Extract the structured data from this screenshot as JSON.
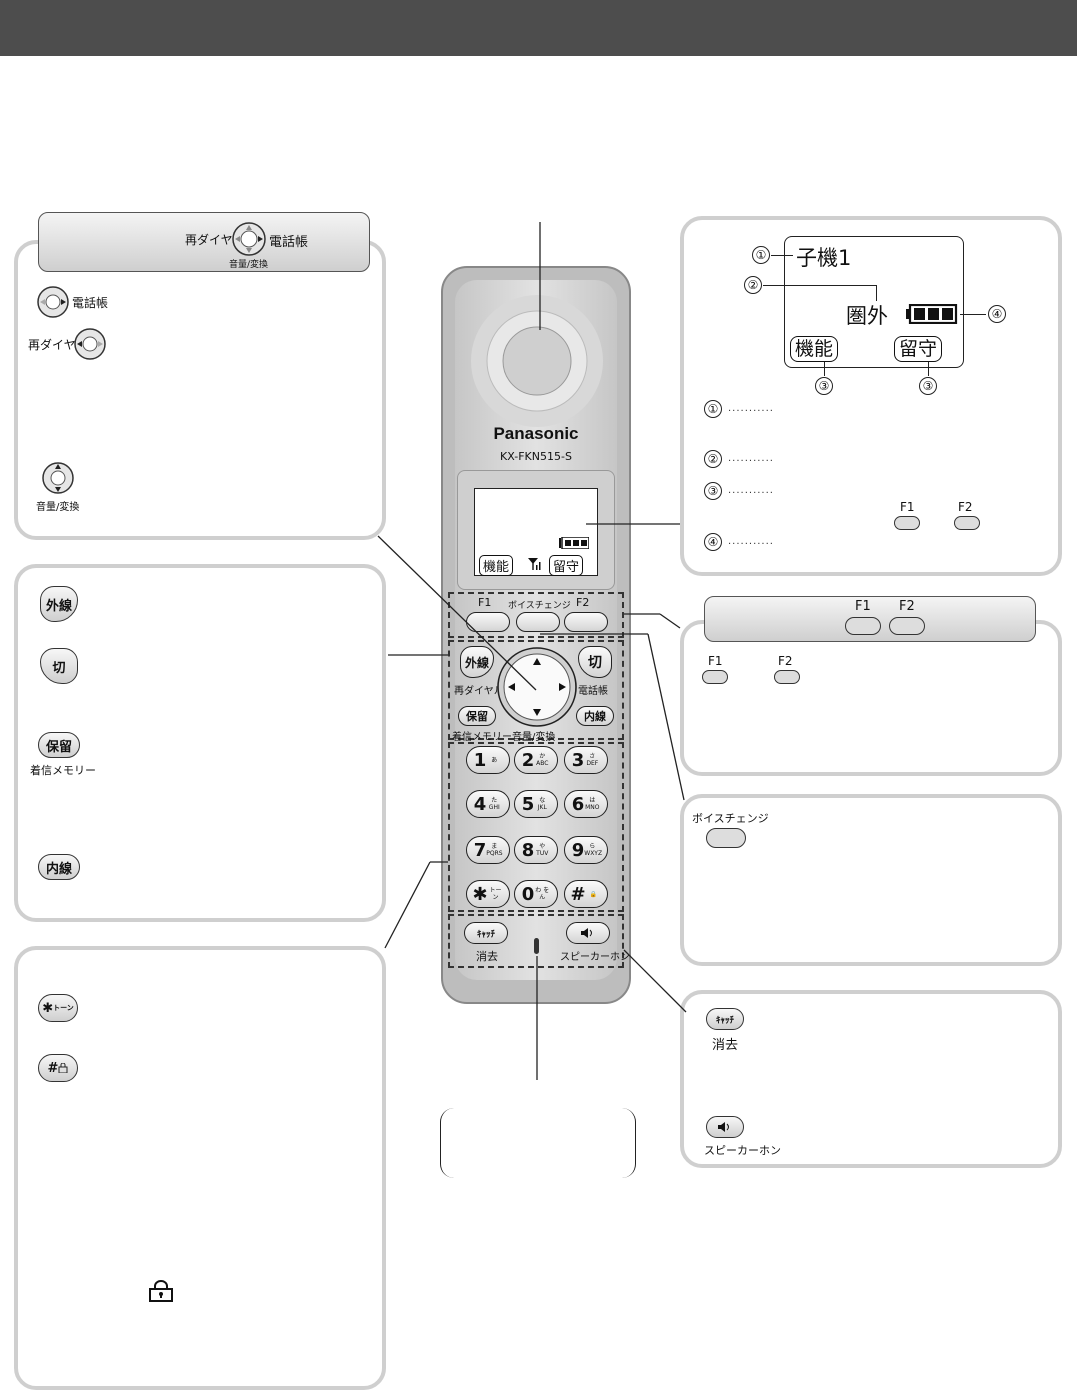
{
  "nav_tab": {
    "redial_label": "再ダイヤル",
    "phonebook_label": "電話帳",
    "volume_label": "音量/変換"
  },
  "nav_panel": {
    "phonebook_label": "電話帳",
    "redial_label": "再ダイヤル",
    "volume_label": "音量/変換"
  },
  "keys_panel": {
    "outside_label": "外線",
    "off_label": "切",
    "hold_label": "保留",
    "incoming_memory_label": "着信メモリー",
    "intercom_label": "内線"
  },
  "star_hash_panel": {
    "star_label": "✱",
    "star_sub": "トーン",
    "hash_label": "#"
  },
  "display_panel": {
    "callouts": [
      "①",
      "②",
      "③",
      "③",
      "④"
    ],
    "handset_name": "子機1",
    "status_text": "圏外",
    "soft_left": "機能",
    "soft_right": "留守",
    "legend": [
      "①",
      "②",
      "③",
      "④"
    ],
    "legend_dots": "...........",
    "f1_label": "F1",
    "f2_label": "F2"
  },
  "fkey_tab": {
    "f1_label": "F1",
    "f2_label": "F2"
  },
  "fkey_panel": {
    "f1_label": "F1",
    "f2_label": "F2"
  },
  "voice_panel": {
    "voice_change_label": "ボイスチェンジ"
  },
  "catch_panel": {
    "catch_label": "ｷｬｯﾁ",
    "delete_label": "消去",
    "speaker_label": "スピーカーホン"
  },
  "phone": {
    "brand": "Panasonic",
    "model": "KX-FKN515-S",
    "lcd_soft_left": "機能",
    "lcd_soft_right": "留守",
    "f1": "F1",
    "voice_change": "ボイスチェンジ",
    "f2": "F2",
    "outside": "外線",
    "redial": "再ダイヤル",
    "off": "切",
    "phonebook": "電話帳",
    "hold": "保留",
    "intercom": "内線",
    "incoming_memory": "着信メモリー",
    "volume": "音量/変換",
    "keypad": [
      {
        "digit": "1",
        "sub": "あ"
      },
      {
        "digit": "2",
        "sub": "か ABC"
      },
      {
        "digit": "3",
        "sub": "さ DEF"
      },
      {
        "digit": "4",
        "sub": "た GHI"
      },
      {
        "digit": "5",
        "sub": "な JKL"
      },
      {
        "digit": "6",
        "sub": "は MNO"
      },
      {
        "digit": "7",
        "sub": "ま PQRS"
      },
      {
        "digit": "8",
        "sub": "や TUV"
      },
      {
        "digit": "9",
        "sub": "ら WXYZ"
      },
      {
        "digit": "✱",
        "sub": "トーン"
      },
      {
        "digit": "0",
        "sub": "わ をん"
      },
      {
        "digit": "#",
        "sub": "🔒"
      }
    ],
    "catch": "ｷｬｯﾁ",
    "delete": "消去",
    "speaker": "スピーカーホン"
  },
  "colors": {
    "topbar": "#4d4d4d",
    "panel_border": "#cfcfcf",
    "phone_body": "#bdbdbd"
  }
}
